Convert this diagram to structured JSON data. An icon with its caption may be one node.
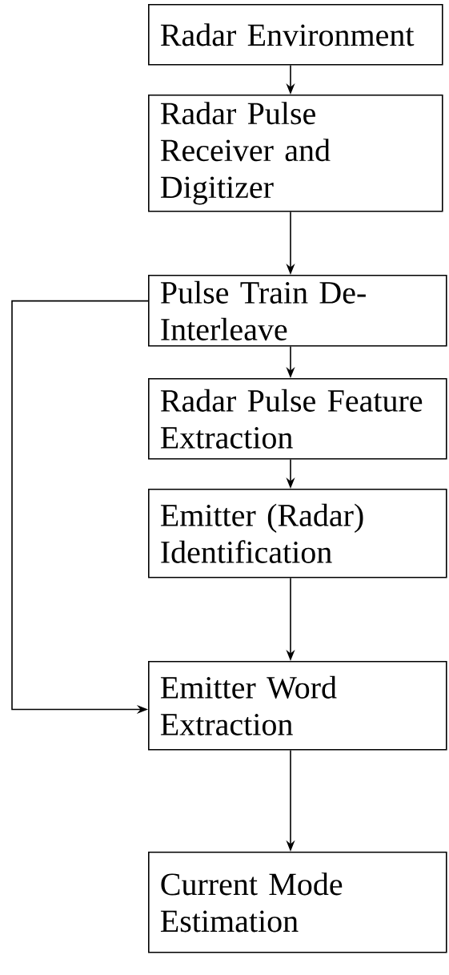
{
  "diagram": {
    "nodes": [
      {
        "text": [
          "Radar Environment"
        ]
      },
      {
        "text": [
          "Radar Pulse Receiver and Digitizer"
        ]
      },
      {
        "text": [
          "Pulse Train De-Interleave"
        ]
      },
      {
        "text": [
          "Radar Pulse Feature Extraction"
        ]
      },
      {
        "text": [
          "Emitter (Radar) Identification"
        ]
      },
      {
        "text": [
          "Emitter Word Extraction"
        ]
      },
      {
        "text": [
          "Current Mode Estimation"
        ]
      }
    ],
    "edges": [
      {
        "from": 0,
        "to": 1,
        "arrow": "to"
      },
      {
        "from": 1,
        "to": 2,
        "arrow": "to"
      },
      {
        "from": 2,
        "to": 3,
        "arrow": "to"
      },
      {
        "from": 3,
        "to": 4,
        "arrow": "to"
      },
      {
        "from": 4,
        "to": 5,
        "arrow": "to"
      },
      {
        "from": 2,
        "to": 5,
        "arrow": "to"
      },
      {
        "from": 5,
        "to": 6,
        "arrow": "to"
      }
    ]
  }
}
